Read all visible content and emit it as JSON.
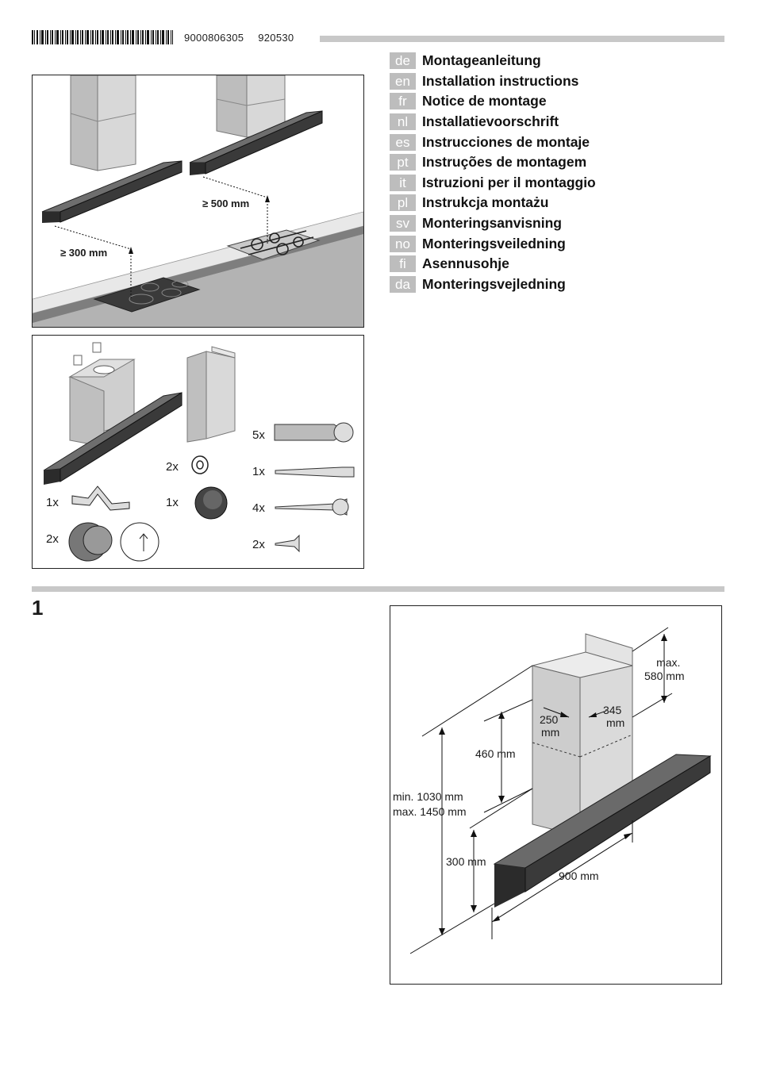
{
  "header": {
    "barcode_number": "9000806305",
    "doc_code": "920530"
  },
  "languages": [
    {
      "code": "de",
      "title": "Montageanleitung"
    },
    {
      "code": "en",
      "title": "Installation instructions"
    },
    {
      "code": "fr",
      "title": "Notice de montage"
    },
    {
      "code": "nl",
      "title": "Installatievoorschrift"
    },
    {
      "code": "es",
      "title": "Instrucciones de montaje"
    },
    {
      "code": "pt",
      "title": "Instruções de montagem"
    },
    {
      "code": "it",
      "title": "Istruzioni per il montaggio"
    },
    {
      "code": "pl",
      "title": "Instrukcja montażu"
    },
    {
      "code": "sv",
      "title": "Monteringsanvisning"
    },
    {
      "code": "no",
      "title": "Monteringsveiledning"
    },
    {
      "code": "fi",
      "title": "Asennusohje"
    },
    {
      "code": "da",
      "title": "Monteringsvejledning"
    }
  ],
  "clearance_figure": {
    "electric_hob_label": "≥ 300 mm",
    "gas_hob_label": "≥ 500 mm"
  },
  "parts_figure": {
    "wall_plugs_qty": "5x",
    "long_screw_qty": "1x",
    "screws_qty": "4x",
    "small_screws_qty": "2x",
    "washers_qty": "2x",
    "knob_qty": "1x",
    "bracket_qty": "1x",
    "flaps_qty": "2x"
  },
  "step": {
    "number": "1",
    "dim_max_580_line1": "max.",
    "dim_max_580_line2": "580 mm",
    "dim_345_line1": "345",
    "dim_345_line2": "mm",
    "dim_250_line1": "250",
    "dim_250_line2": "mm",
    "dim_460": "460 mm",
    "dim_total_line1": "min. 1030 mm",
    "dim_total_line2": "max. 1450 mm",
    "dim_300": "300 mm",
    "dim_900": "900 mm"
  }
}
